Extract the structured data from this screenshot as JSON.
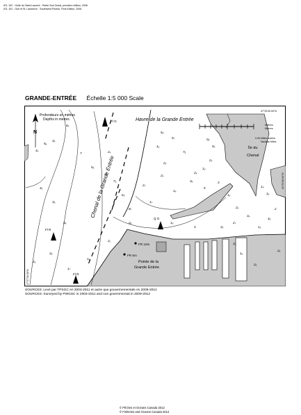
{
  "header": {
    "line1": "ATL 102 - Golfe du Saint-Laurent - Partie Sud-Ouest, première édition, 2006",
    "line2": "ATL 102 - Gulf of St. Lawrence - Southwest Portion, First Edition, 2006"
  },
  "title": {
    "name": "GRANDE-ENTRÉE",
    "scale": "Échelle 1:5 000 Scale"
  },
  "chart": {
    "depth_note_fr": "Profondeurs en mètres",
    "depth_note_en": "Depths in metres",
    "havre_label": "Havre de la Grande Entrée",
    "chenal_label": "Chenal de la Grande Entrée",
    "ile_label_1": "Île du",
    "ile_label_2": "Chenal",
    "pointe_label_1": "Pointe de la",
    "pointe_label_2": "Grande Entrée",
    "coord_top_right": "47°33'30.00\"N",
    "coord_right": "61°33'08.00\"W",
    "coord_bottom_left": "47°37'30.00\"N",
    "scale_units_fr": "Mètres",
    "scale_units_en": "Metres",
    "scale_miles": "0.05 Milles marins",
    "scale_miles_en": "Nautical Miles",
    "north": "N",
    "lights": [
      "Fl G",
      "Fl R",
      "FR 10m",
      "FR 6m",
      "Q G",
      "Fl R"
    ],
    "depths": [
      "4₄",
      "5₆",
      "3₉",
      "4₅",
      "3₈",
      "6₉",
      "6₅",
      "7",
      "5₈",
      "6₆",
      "7₈",
      "6₅",
      "8₇",
      "2₆",
      "2₅",
      "3₈",
      "1₇",
      "1₉",
      "2₁",
      "1₆",
      "2₃",
      "2₅",
      "1₉",
      "3₆",
      "2₈",
      "1₈",
      "5",
      "2₅",
      "3",
      "1₅",
      "2₃",
      "3₄",
      "5₈",
      "5₇",
      "7₆",
      "9₅",
      "0₈",
      "2₇",
      "1₉",
      "1₆",
      "3₅",
      "3₃",
      "1₈",
      "2₆",
      "1₅",
      "4₈",
      "2",
      "2₆",
      "1₇",
      "2₇",
      "1₈",
      "4",
      "2₄"
    ]
  },
  "sources": {
    "fr": "SOURCES: Levé par TPSGC en 2003-2011 et autre que gouvernementale en 2009-2012",
    "en": "SOURCES: Surveyed by PWGSC in 2003-2011 and non governmental in 2009-2012"
  },
  "copyright": {
    "fr": "© Pêches et Océans Canada 2012",
    "en": "© Fisheries and Oceans Canada 2012"
  }
}
